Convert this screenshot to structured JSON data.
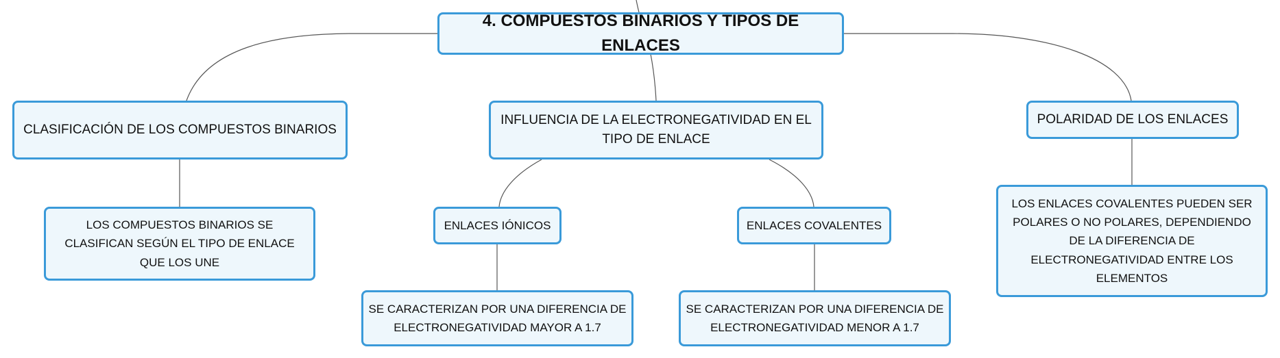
{
  "diagram": {
    "root": "4. COMPUESTOS BINARIOS Y TIPOS DE ENLACES",
    "branches": {
      "clasificacion": {
        "label": "CLASIFICACIÓN DE LOS COMPUESTOS BINARIOS",
        "detail": "LOS COMPUESTOS BINARIOS SE CLASIFICAN SEGÚN EL TIPO DE ENLACE QUE LOS UNE"
      },
      "influencia": {
        "label": "INFLUENCIA DE LA ELECTRONEGATIVIDAD EN EL TIPO DE ENLACE",
        "ionicos": {
          "label": "ENLACES IÓNICOS",
          "detail": "SE CARACTERIZAN POR UNA DIFERENCIA DE ELECTRONEGATIVIDAD MAYOR A 1.7"
        },
        "covalentes": {
          "label": "ENLACES COVALENTES",
          "detail": "SE CARACTERIZAN POR UNA DIFERENCIA DE ELECTRONEGATIVIDAD MENOR A 1.7"
        }
      },
      "polaridad": {
        "label": "POLARIDAD DE LOS ENLACES",
        "detail": "LOS ENLACES COVALENTES PUEDEN SER POLARES O NO POLARES, DEPENDIENDO DE LA DIFERENCIA DE ELECTRONEGATIVIDAD ENTRE LOS ELEMENTOS"
      }
    }
  },
  "colors": {
    "node_border": "#3a9ad9",
    "node_fill": "#eef7fc",
    "connector": "#555555"
  }
}
